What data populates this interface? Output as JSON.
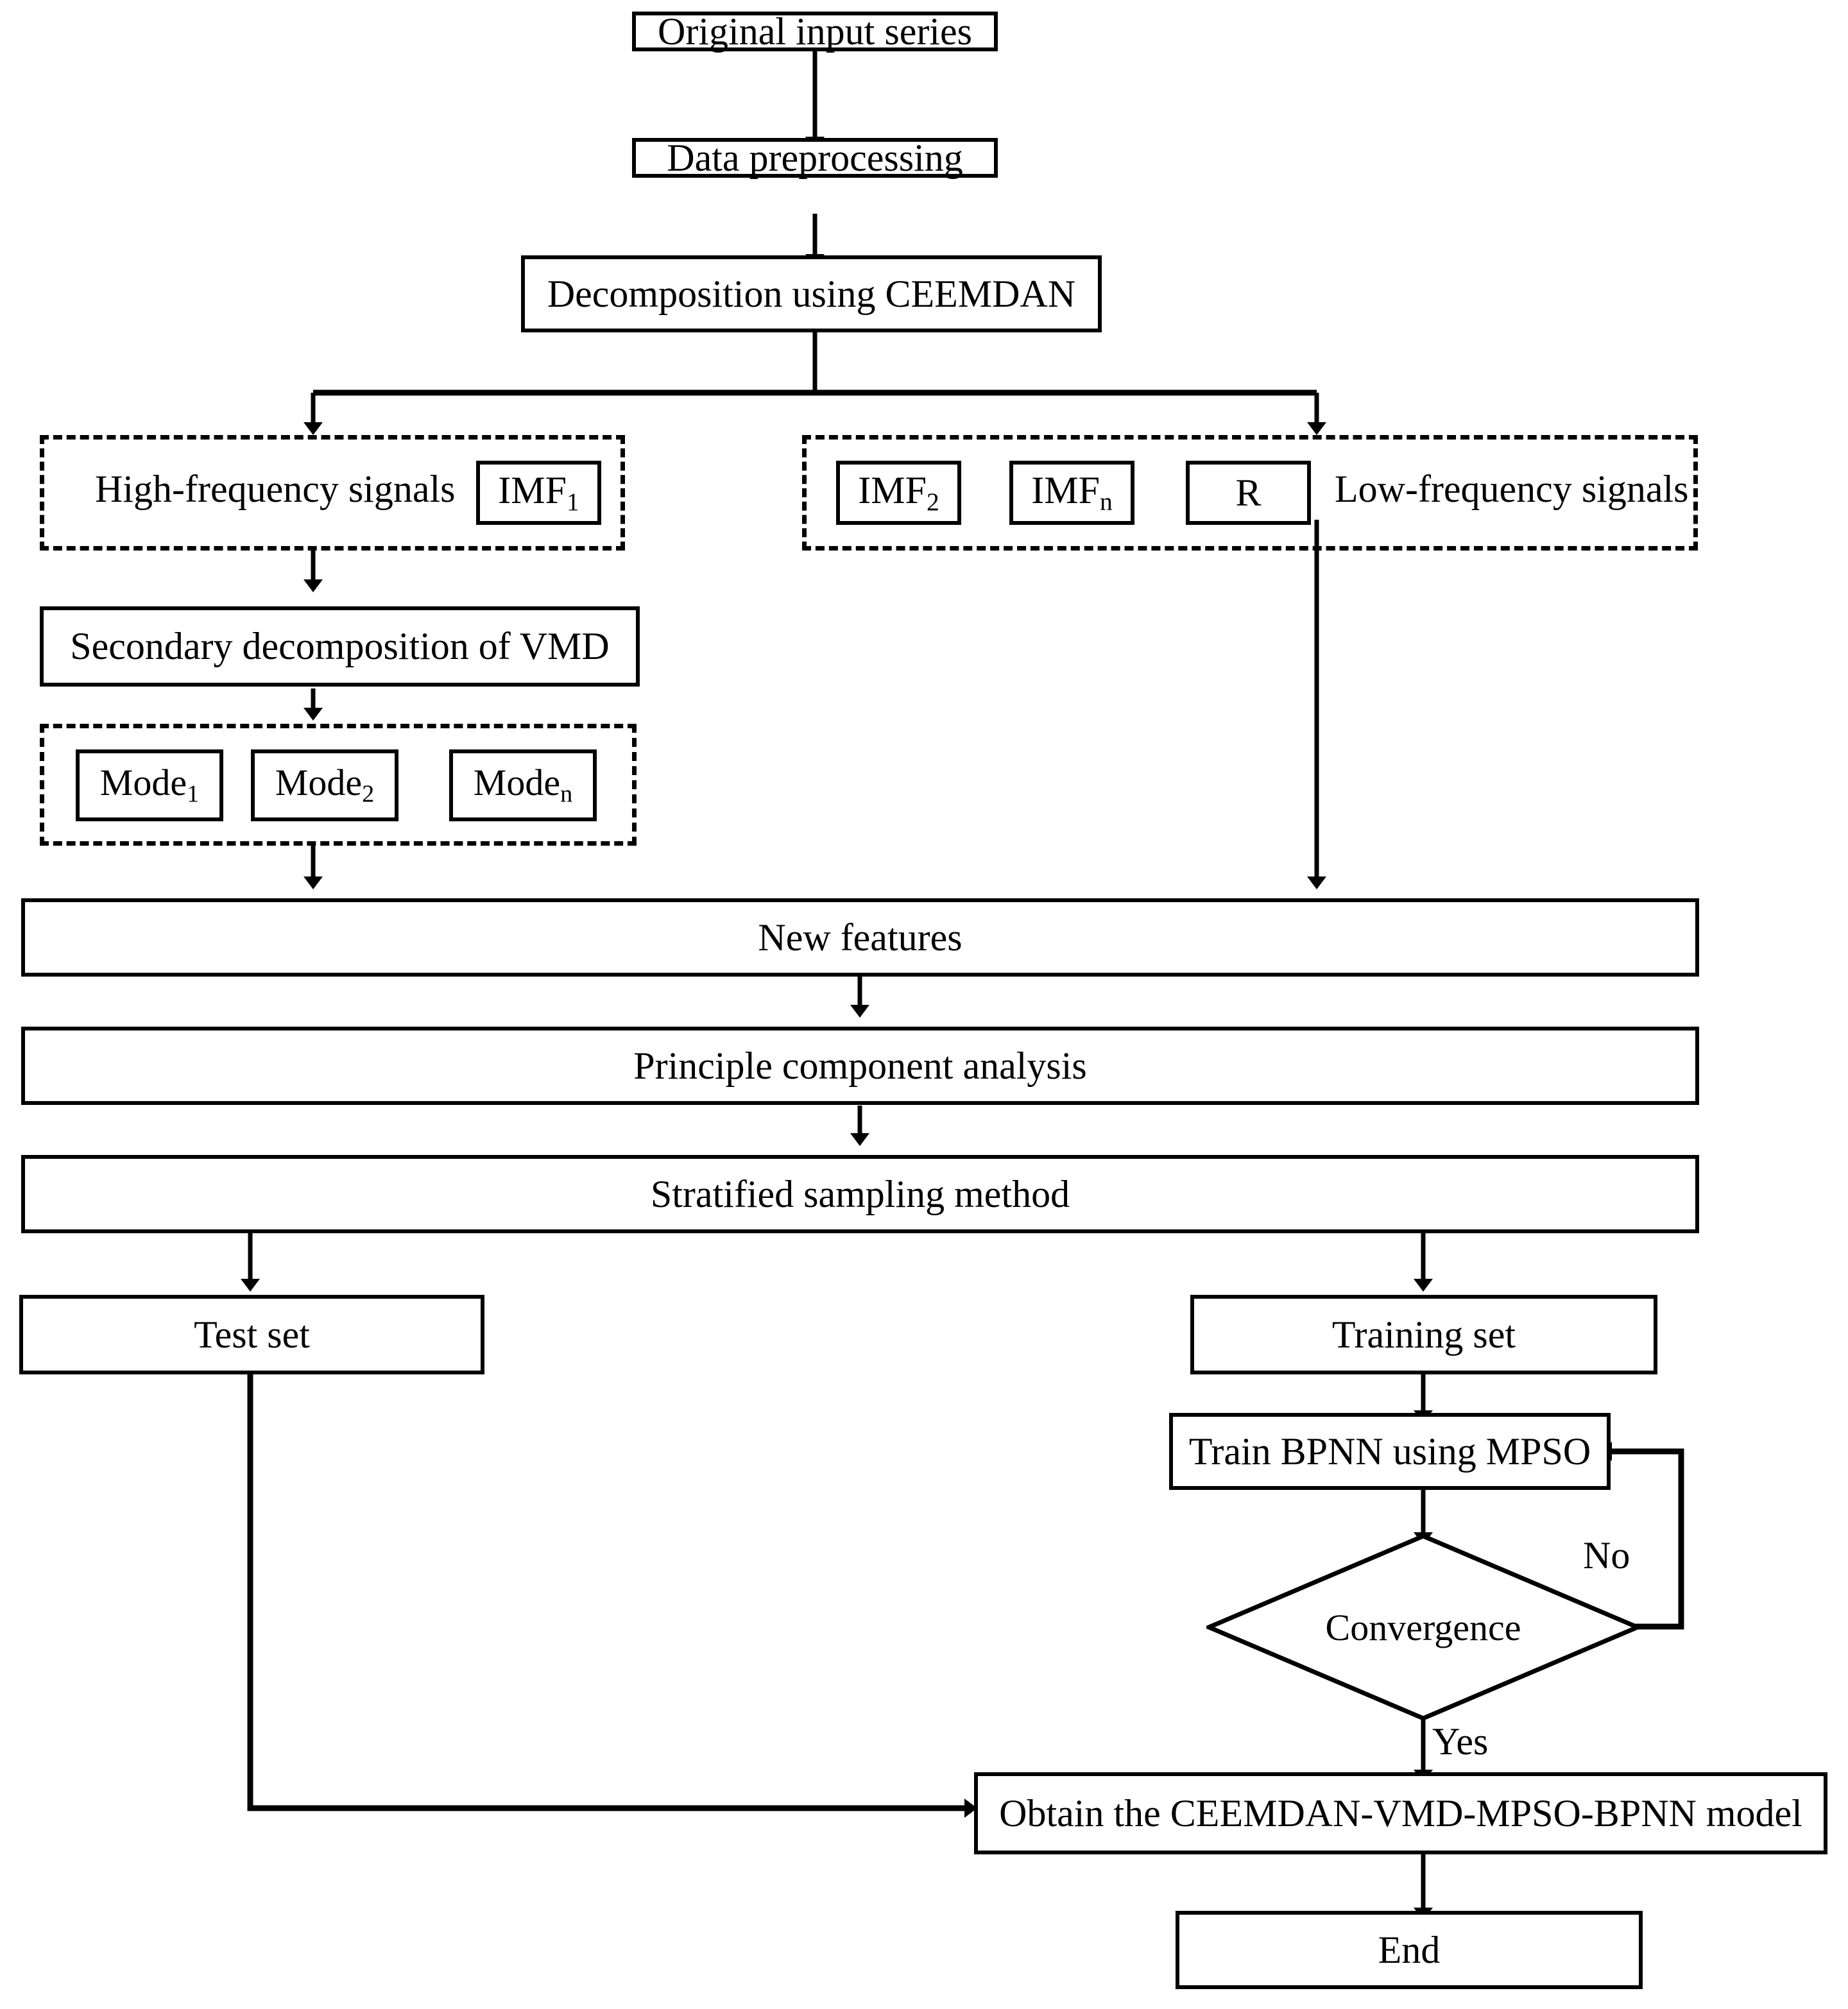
{
  "diagram": {
    "title": "CEEMDAN-VMD-MPSO-BPNN modelling flowchart",
    "stroke_color": "#000000",
    "background_color": "#ffffff",
    "nodes": {
      "original_input_series": "Original input series",
      "data_preprocessing": "Data preprocessing",
      "decomposition_ceemdan": "Decomposition using CEEMDAN",
      "high_frequency_signals": "High-frequency signals",
      "imf1": "IMF",
      "imf1_sub": "1",
      "imf2": "IMF",
      "imf2_sub": "2",
      "imfn": "IMF",
      "imfn_sub": "n",
      "residue": "R",
      "low_frequency_signals": "Low-frequency signals",
      "secondary_decomposition_vmd": "Secondary decomposition of VMD",
      "mode1": "Mode",
      "mode1_sub": "1",
      "mode2": "Mode",
      "mode2_sub": "2",
      "moden": "Mode",
      "moden_sub": "n",
      "new_features": "New features",
      "principle_component_analysis": "Principle component analysis",
      "stratified_sampling_method": "Stratified sampling method",
      "test_set": "Test set",
      "training_set": "Training set",
      "train_bpnn_mpso": "Train BPNN using MPSO",
      "convergence": "Convergence",
      "obtain_model": "Obtain the CEEMDAN-VMD-MPSO-BPNN model",
      "end": "End"
    },
    "edge_labels": {
      "no": "No",
      "yes": "Yes"
    }
  }
}
